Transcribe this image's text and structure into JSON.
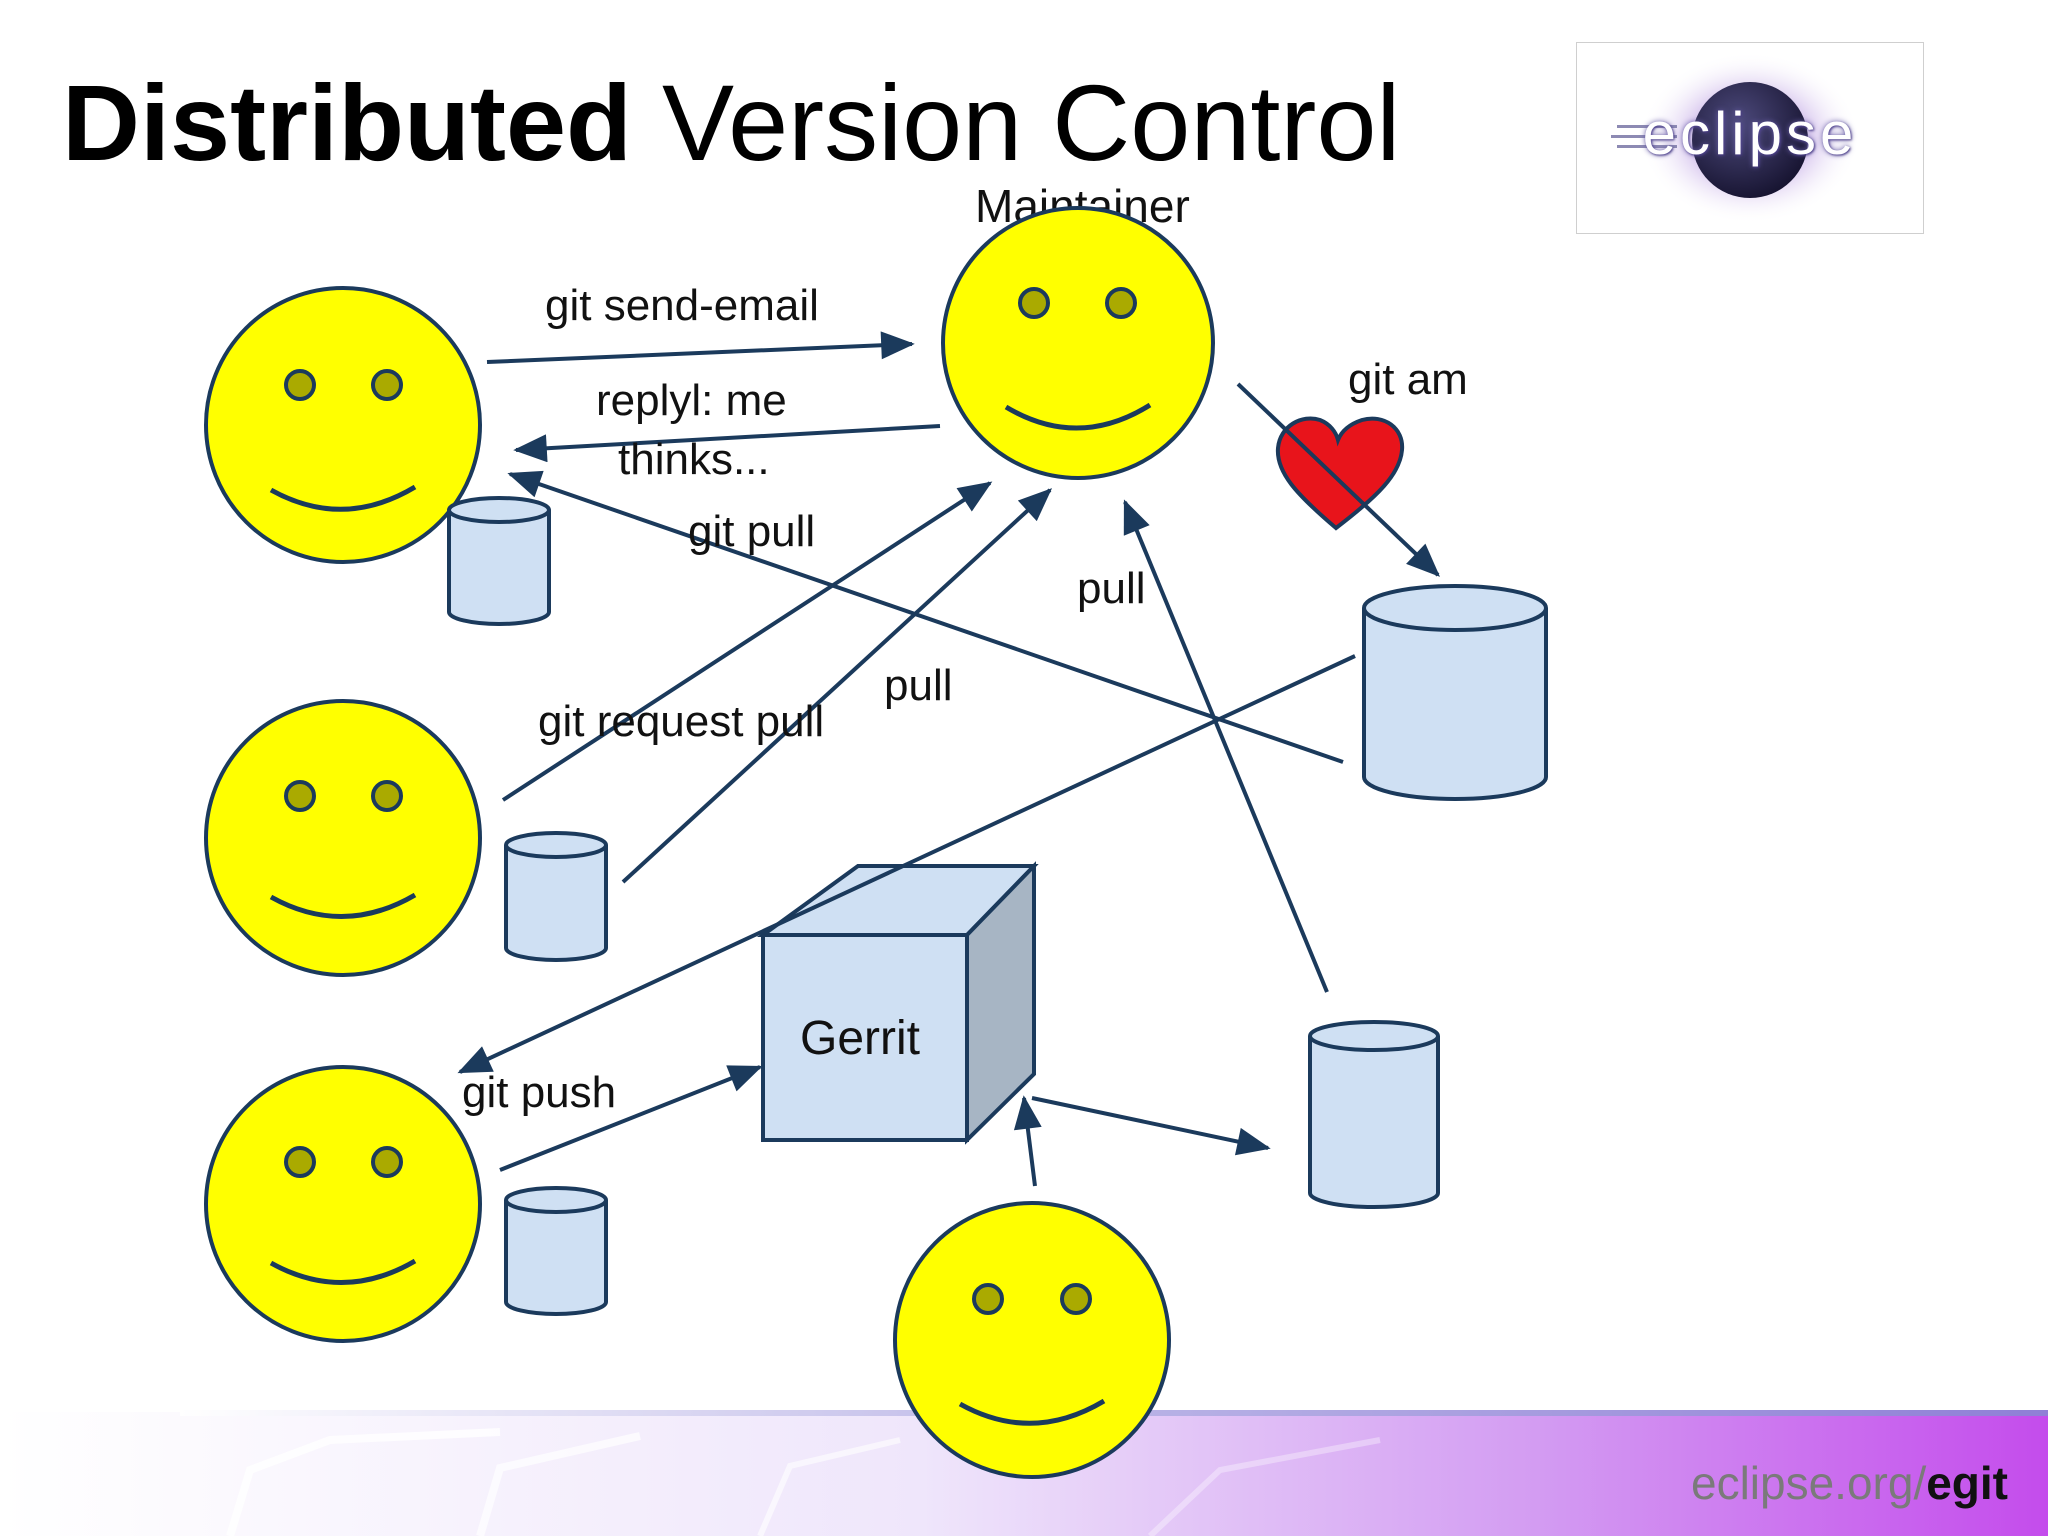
{
  "slide": {
    "title_bold": "Distributed",
    "title_rest": " Version Control",
    "logo_text": "eclipse",
    "footer_url_prefix": "eclipse.org/",
    "footer_url_bold": "egit"
  },
  "diagram": {
    "maintainer_label": "Maintainer",
    "gerrit_label": "Gerrit",
    "edge_labels": {
      "send_email": "git send-email",
      "reply_line1": "replyl: me",
      "reply_line2": "thinks...",
      "git_am": "git am",
      "git_pull": "git pull",
      "pull_right": "pull",
      "git_request_pull": "git request pull",
      "pull_middle": "pull",
      "git_push": "git push"
    }
  },
  "colors": {
    "face_fill": "#ffff00",
    "outline": "#1b3a5c",
    "repo_fill": "#cfe0f3",
    "cube_front": "#cfe0f3",
    "cube_side": "#a7b5c4",
    "heart": "#e8141b"
  }
}
